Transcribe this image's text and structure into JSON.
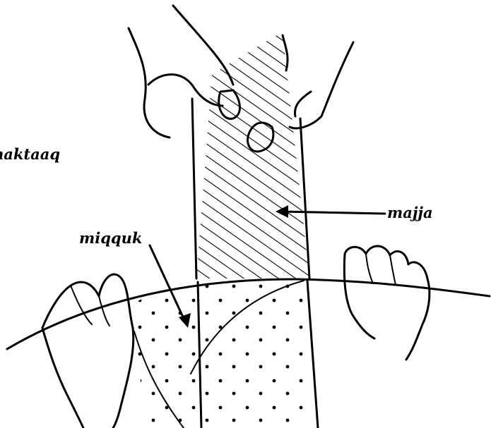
{
  "labels": {
    "left_label": "naktaaq",
    "skin_label": "majja",
    "fur_label": "miqquk"
  }
}
